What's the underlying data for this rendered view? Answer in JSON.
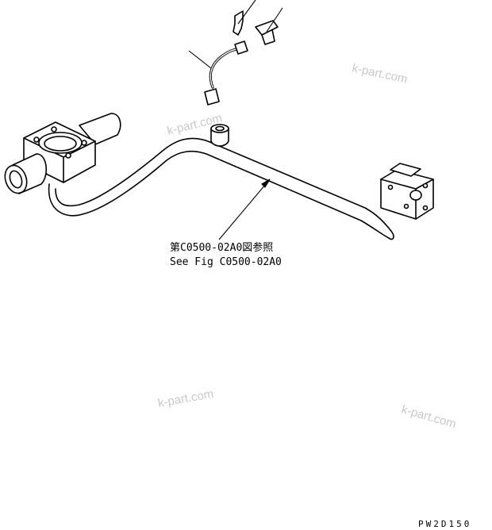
{
  "callout": {
    "line_jp": "第C0500-02A0図参照",
    "line_en": "See Fig C0500-02A0"
  },
  "watermark": "k-part.com",
  "drawing_code": "PW2D150"
}
